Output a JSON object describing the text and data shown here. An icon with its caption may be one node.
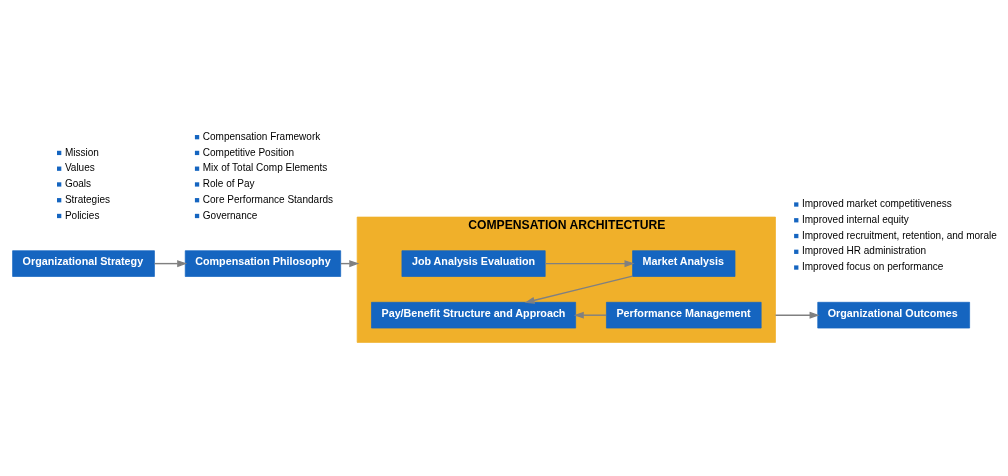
{
  "diagram": {
    "nodes": [
      {
        "text": [
          "Organizational Strategy"
        ],
        "beside": [
          "Mission",
          "Values",
          "Goals",
          "Strategies",
          "Policies"
        ]
      },
      {
        "text": [
          "Compensation Philosophy"
        ],
        "beside": [
          "Compensation Framework",
          "Competitive Position",
          "Mix of Total Comp Elements",
          "Role of Pay",
          "Core Performance Standards",
          "Governance"
        ]
      },
      {
        "text": [
          "COMPENSATION ARCHITECTURE"
        ]
      },
      {
        "text": [
          "Job Analysis Evaluation"
        ],
        "in": 2
      },
      {
        "text": [
          "Market Analysis"
        ],
        "in": 2
      },
      {
        "text": [
          "Pay/Benefit Structure and Approach"
        ],
        "in": 2
      },
      {
        "text": [
          "Performance Management"
        ],
        "in": 2
      },
      {
        "text": [
          "Organizational Outcomes"
        ],
        "beside": [
          "Improved market competitiveness",
          "Improved internal equity",
          "Improved recruitment, retention, and morale",
          "Improved HR administration",
          "Improved focus on performance"
        ]
      }
    ],
    "edges": [
      {
        "from": 0,
        "to": 1,
        "arrow": "to"
      },
      {
        "from": 1,
        "to": 2,
        "arrow": "to"
      },
      {
        "from": 3,
        "to": 4,
        "arrow": "to"
      },
      {
        "from": 4,
        "to": 5,
        "arrow": "to"
      },
      {
        "from": 6,
        "to": 5,
        "arrow": "to"
      },
      {
        "from": 2,
        "to": 7,
        "arrow": "to"
      }
    ]
  }
}
